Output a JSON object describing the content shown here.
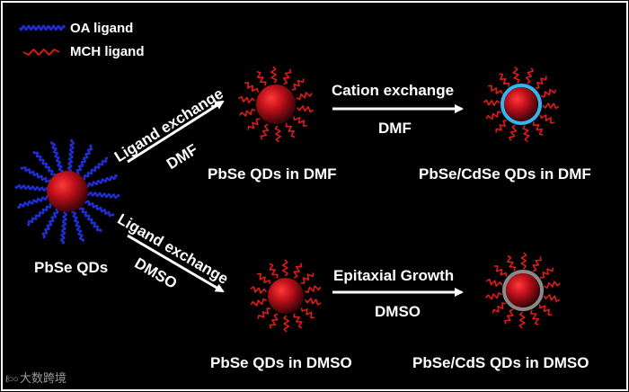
{
  "legend": {
    "oa_label": "OA ligand",
    "mch_label": "MCH ligand",
    "oa_color": "#1f2fd8",
    "mch_color": "#e11b1b"
  },
  "nodes": {
    "start": "PbSe QDs",
    "dmf": "PbSe QDs in DMF",
    "dmso": "PbSe QDs in DMSO",
    "cdse": "PbSe/CdSe QDs in DMF",
    "cds": "PbSe/CdS QDs in DMSO"
  },
  "arrows": {
    "upper_top": "Ligand exchange",
    "upper_bottom": "DMF",
    "lower_top": "Ligand exchange",
    "lower_bottom": "DMSO",
    "cation_top": "Cation exchange",
    "cation_bottom": "DMF",
    "epitaxial_top": "Epitaxial Growth",
    "epitaxial_bottom": "DMSO"
  },
  "colors": {
    "core": "#c0101a",
    "cdse_shell": "#36b4f0",
    "cds_shell": "#8a8a8a"
  },
  "watermark": "大数跨境"
}
